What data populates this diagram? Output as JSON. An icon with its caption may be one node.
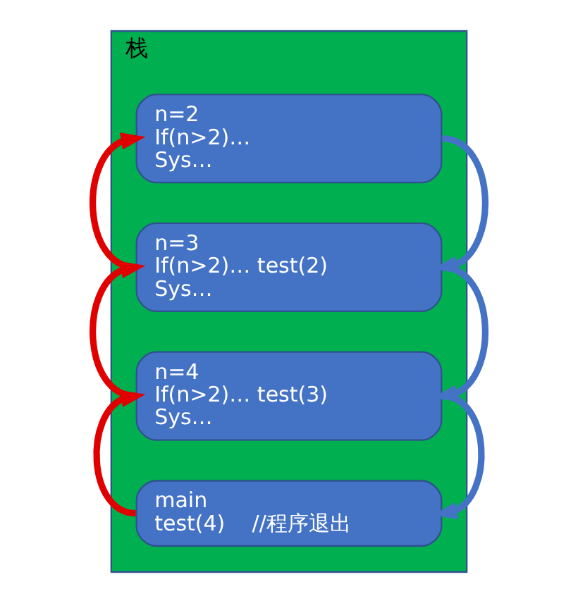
{
  "diagram": {
    "nodes": [
      {
        "text": [
          "栈"
        ]
      },
      {
        "text": [
          "n=2",
          "If(n>2)…",
          "Sys…"
        ],
        "in": 0
      },
      {
        "text": [
          "n=3",
          "If(n>2)… test(2)",
          "Sys…"
        ],
        "in": 0
      },
      {
        "text": [
          "n=4",
          "If(n>2)… test(3)",
          "Sys…"
        ],
        "in": 0
      },
      {
        "text": [
          "main",
          "test(4)    //程序退出"
        ],
        "in": 0
      }
    ],
    "edges": [
      {
        "from": 1,
        "to": 2,
        "arrow": "to",
        "color": "#4472c4"
      },
      {
        "from": 2,
        "to": 3,
        "arrow": "to",
        "color": "#4472c4"
      },
      {
        "from": 3,
        "to": 4,
        "arrow": "to",
        "color": "#4472c4"
      },
      {
        "from": 2,
        "to": 1,
        "arrow": "to",
        "color": "#e00000"
      },
      {
        "from": 3,
        "to": 2,
        "arrow": "to",
        "color": "#e00000"
      },
      {
        "from": 4,
        "to": 3,
        "arrow": "to",
        "color": "#e00000"
      }
    ]
  }
}
